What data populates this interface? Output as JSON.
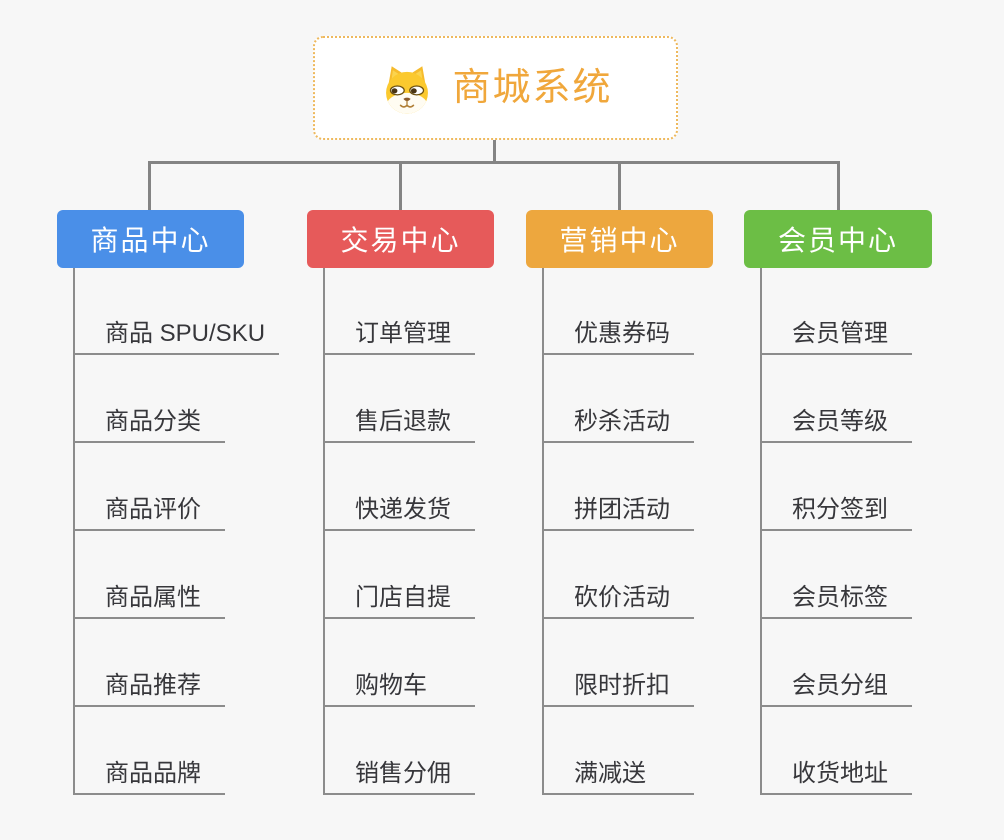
{
  "page": {
    "background_color": "#f7f7f7",
    "connector_color": "#848484",
    "underline_color": "#8c8c8c"
  },
  "root": {
    "title": "商城系统",
    "title_color": "#f0a73b",
    "border_color": "#eeb95e",
    "icon": "shiba-dog-icon"
  },
  "branches": [
    {
      "label": "商品中心",
      "color": "#4a8fe8",
      "items": [
        "商品 SPU/SKU",
        "商品分类",
        "商品评价",
        "商品属性",
        "商品推荐",
        "商品品牌"
      ]
    },
    {
      "label": "交易中心",
      "color": "#e65a5a",
      "items": [
        "订单管理",
        "售后退款",
        "快递发货",
        "门店自提",
        "购物车",
        "销售分佣"
      ]
    },
    {
      "label": "营销中心",
      "color": "#eda73e",
      "items": [
        "优惠券码",
        "秒杀活动",
        "拼团活动",
        "砍价活动",
        "限时折扣",
        "满减送"
      ]
    },
    {
      "label": "会员中心",
      "color": "#6cbe45",
      "items": [
        "会员管理",
        "会员等级",
        "积分签到",
        "会员标签",
        "会员分组",
        "收货地址"
      ]
    }
  ]
}
